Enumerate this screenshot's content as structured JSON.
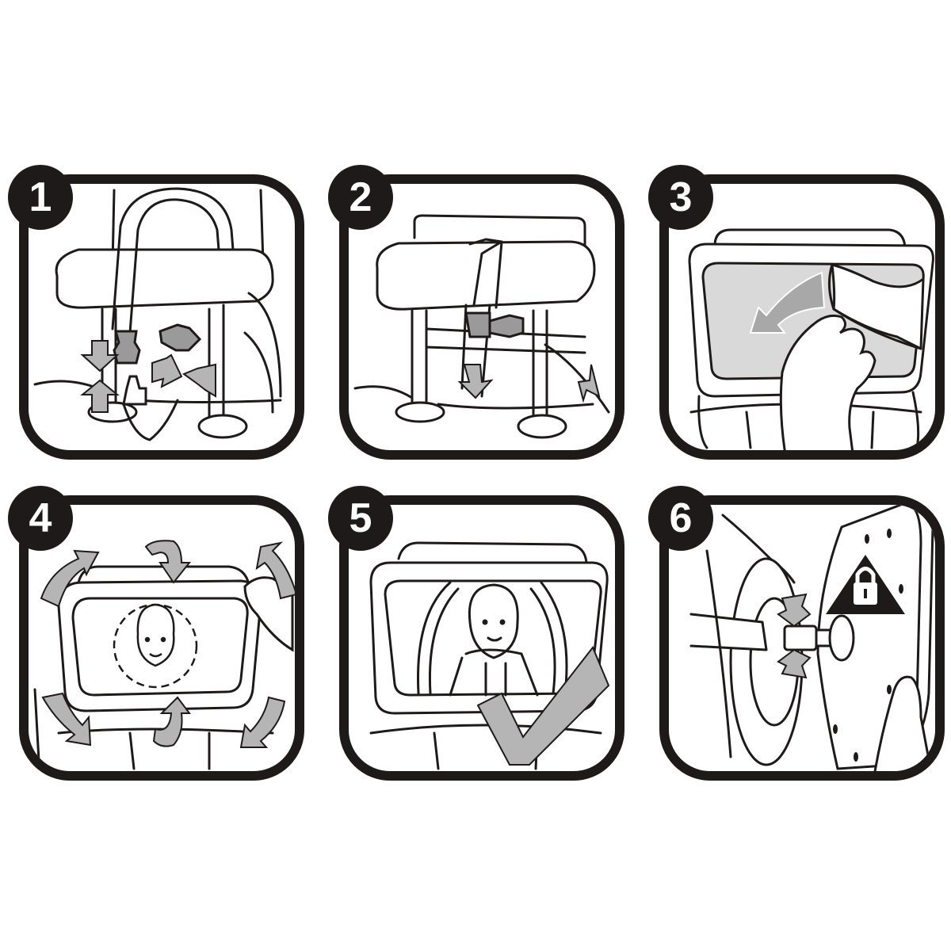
{
  "diagram": {
    "type": "step-by-step installation instructions",
    "layout": {
      "rows": 2,
      "columns": 3
    },
    "colors": {
      "outline": "#1e1a1a",
      "arrow_fill": "#b5b5b5",
      "background": "#ffffff",
      "badge_text": "#ffffff"
    },
    "steps": [
      {
        "number": "1",
        "description": "Loop strap over headrest and connect buckle below headrest between posts",
        "icons": [
          "headrest",
          "strap",
          "buckle",
          "arrows-inward"
        ]
      },
      {
        "number": "2",
        "description": "Buckle fastened around headrest; pull straps tight",
        "icons": [
          "headrest",
          "strap",
          "buckle",
          "arrow-down"
        ]
      },
      {
        "number": "3",
        "description": "Peel protective film off mirror surface",
        "icons": [
          "mirror",
          "hand",
          "peel-arrow"
        ]
      },
      {
        "number": "4",
        "description": "Adjust mirror angle by tilting and rotating to center baby's face",
        "icons": [
          "mirror",
          "baby-face",
          "dashed-circle",
          "rotate-arrows",
          "hand"
        ]
      },
      {
        "number": "5",
        "description": "Baby clearly visible in mirror - correct position",
        "icons": [
          "mirror",
          "baby",
          "car-seat",
          "checkmark"
        ]
      },
      {
        "number": "6",
        "description": "Lock pivot joint into mirror back mount",
        "icons": [
          "ball-joint",
          "squeeze-arrows",
          "lock-warning",
          "hand"
        ]
      }
    ]
  }
}
